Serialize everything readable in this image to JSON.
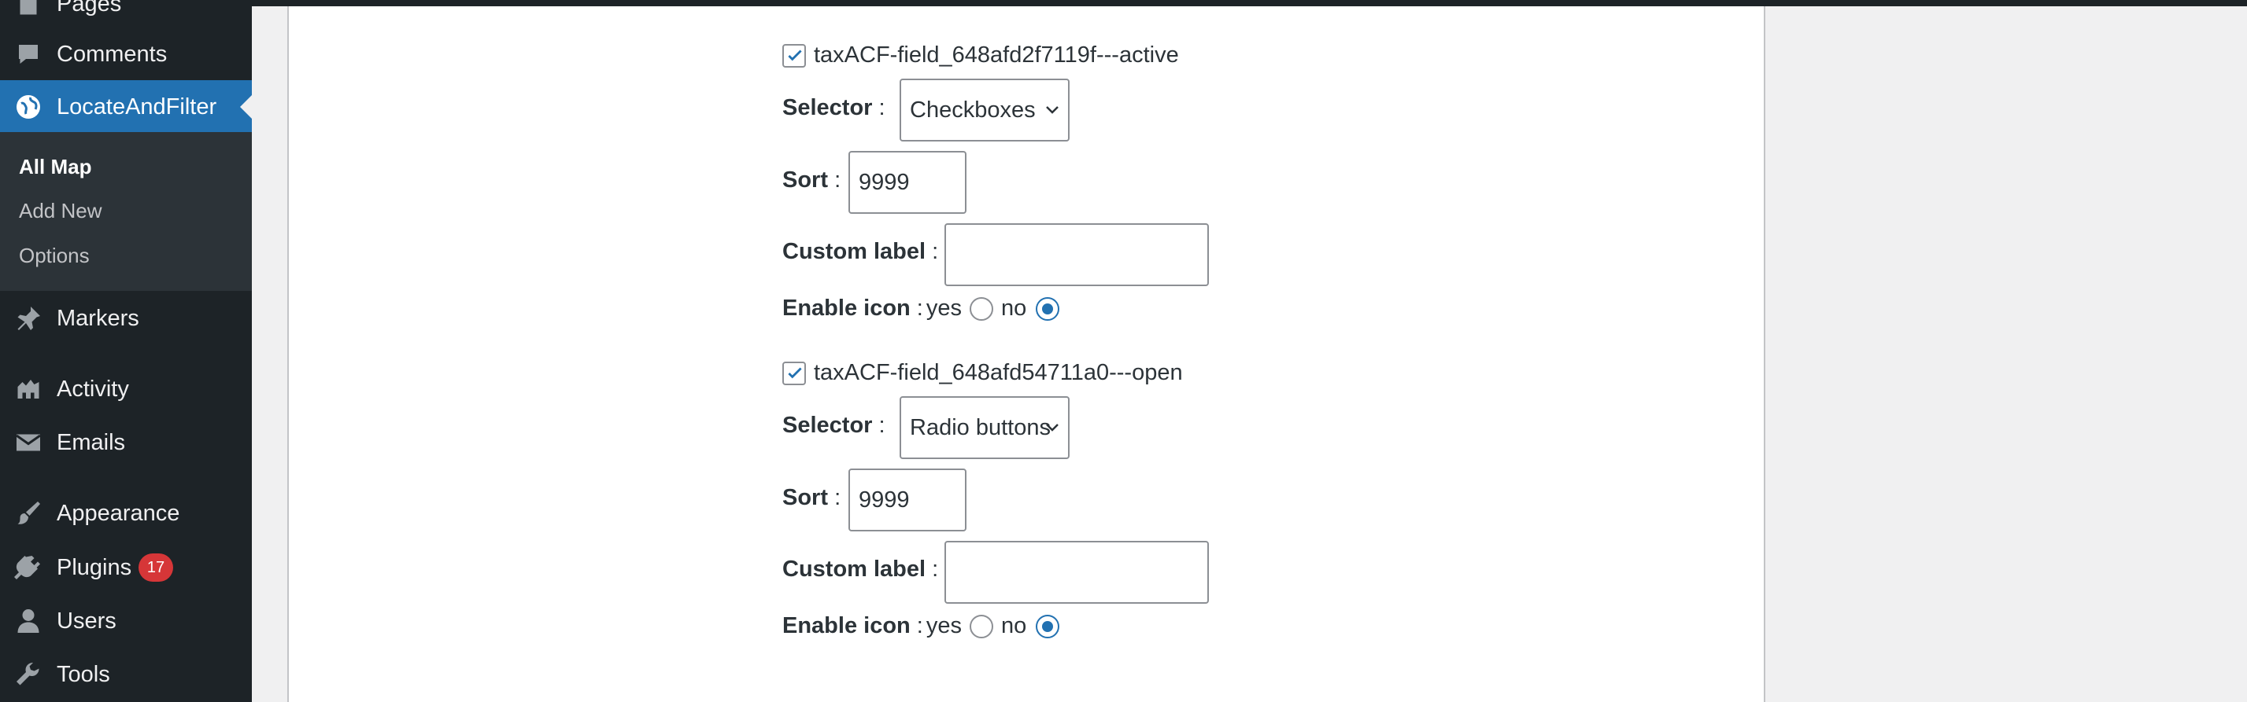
{
  "sidebar": {
    "items": [
      {
        "label": "Pages",
        "icon": "pages-icon"
      },
      {
        "label": "Comments",
        "icon": "comments-icon"
      },
      {
        "label": "LocateAndFilter",
        "icon": "globe-icon",
        "current": true
      },
      {
        "label": "Markers",
        "icon": "pin-icon"
      },
      {
        "label": "Activity",
        "icon": "activity-icon"
      },
      {
        "label": "Emails",
        "icon": "email-icon"
      },
      {
        "label": "Appearance",
        "icon": "paintbrush-icon"
      },
      {
        "label": "Plugins",
        "icon": "plugins-icon",
        "badge": "17"
      },
      {
        "label": "Users",
        "icon": "users-icon"
      },
      {
        "label": "Tools",
        "icon": "wrench-icon"
      }
    ],
    "submenu": [
      {
        "label": "All Map",
        "current": true
      },
      {
        "label": "Add New"
      },
      {
        "label": "Options"
      }
    ]
  },
  "fields": [
    {
      "name": "taxACF-field_648afd2f7119f---active",
      "checked": true,
      "selector_label": "Selector",
      "selector_value": "Checkboxes",
      "sort_label": "Sort",
      "sort_value": "9999",
      "custom_label_label": "Custom label",
      "custom_label_value": "",
      "enable_icon_label": "Enable icon",
      "yes_label": "yes",
      "no_label": "no",
      "enable_icon_value": "no"
    },
    {
      "name": "taxACF-field_648afd54711a0---open",
      "checked": true,
      "selector_label": "Selector",
      "selector_value": "Radio buttons",
      "sort_label": "Sort",
      "sort_value": "9999",
      "custom_label_label": "Custom label",
      "custom_label_value": "",
      "enable_icon_label": "Enable icon",
      "yes_label": "yes",
      "no_label": "no",
      "enable_icon_value": "no"
    }
  ],
  "colon": ":",
  "colors": {
    "accent": "#2271b1",
    "sidebar": "#1d2327",
    "badge": "#d63638"
  }
}
